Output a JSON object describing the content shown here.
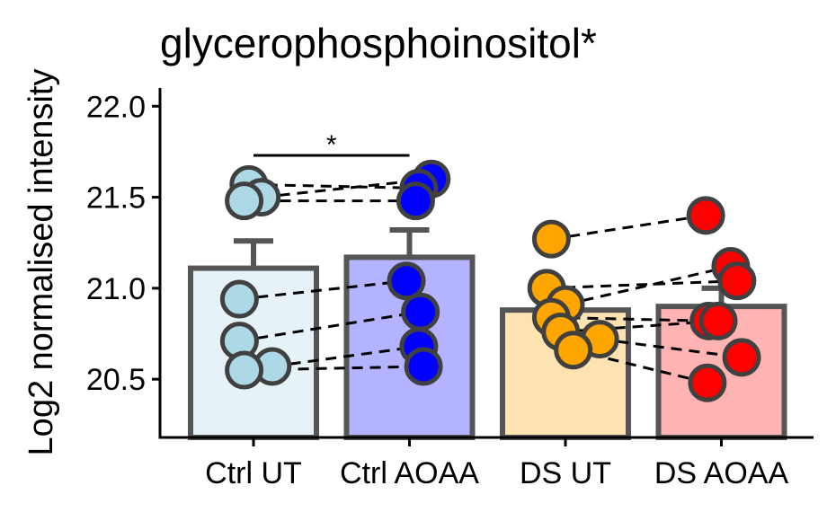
{
  "chart_data": {
    "type": "bar",
    "title": "glycerophosphoinositol*",
    "xlabel": "",
    "ylabel": "Log2 normalised intensity",
    "ylim": [
      20.18,
      22.1
    ],
    "yticks": [
      "20.5",
      "21.0",
      "21.5",
      "22.0"
    ],
    "ytick_values": [
      20.5,
      21.0,
      21.5,
      22.0
    ],
    "categories": [
      "Ctrl UT",
      "Ctrl AOAA",
      "DS UT",
      "DS AOAA"
    ],
    "bar_means": [
      21.11,
      21.17,
      20.88,
      20.9
    ],
    "error_upper": [
      21.26,
      21.32,
      20.88,
      21.0
    ],
    "bar_fill_colors": [
      "#e6f2f8",
      "#b3b3ff",
      "#fde2b2",
      "#ffb3b3"
    ],
    "point_colors": [
      "#add8e6",
      "#0000ff",
      "#ffa500",
      "#ff0000"
    ],
    "points": [
      [
        {
          "dx": -0.03,
          "y": 21.57
        },
        {
          "dx": 0.05,
          "y": 21.5
        },
        {
          "dx": -0.06,
          "y": 21.48
        },
        {
          "dx": -0.09,
          "y": 20.94
        },
        {
          "dx": -0.09,
          "y": 20.71
        },
        {
          "dx": 0.12,
          "y": 20.57
        },
        {
          "dx": -0.06,
          "y": 20.55
        }
      ],
      [
        {
          "dx": 0.14,
          "y": 21.6
        },
        {
          "dx": 0.06,
          "y": 21.55
        },
        {
          "dx": 0.04,
          "y": 21.48
        },
        {
          "dx": -0.02,
          "y": 21.04
        },
        {
          "dx": 0.07,
          "y": 20.87
        },
        {
          "dx": 0.06,
          "y": 20.68
        },
        {
          "dx": 0.09,
          "y": 20.57
        }
      ],
      [
        {
          "dx": -0.09,
          "y": 21.27
        },
        {
          "dx": -0.12,
          "y": 21.0
        },
        {
          "dx": 0.0,
          "y": 20.91
        },
        {
          "dx": -0.09,
          "y": 20.84
        },
        {
          "dx": -0.03,
          "y": 20.76
        },
        {
          "dx": 0.22,
          "y": 20.72
        },
        {
          "dx": 0.05,
          "y": 20.66
        }
      ],
      [
        {
          "dx": -0.1,
          "y": 21.4
        },
        {
          "dx": 0.06,
          "y": 21.12
        },
        {
          "dx": 0.1,
          "y": 21.04
        },
        {
          "dx": -0.08,
          "y": 20.82
        },
        {
          "dx": -0.02,
          "y": 20.82
        },
        {
          "dx": 0.13,
          "y": 20.62
        },
        {
          "dx": -0.09,
          "y": 20.48
        }
      ]
    ],
    "pairings": [
      {
        "from": [
          0,
          0
        ],
        "to": [
          1,
          1
        ]
      },
      {
        "from": [
          0,
          1
        ],
        "to": [
          1,
          0
        ]
      },
      {
        "from": [
          0,
          2
        ],
        "to": [
          1,
          2
        ]
      },
      {
        "from": [
          0,
          3
        ],
        "to": [
          1,
          3
        ]
      },
      {
        "from": [
          0,
          4
        ],
        "to": [
          1,
          4
        ]
      },
      {
        "from": [
          0,
          5
        ],
        "to": [
          1,
          5
        ]
      },
      {
        "from": [
          0,
          6
        ],
        "to": [
          1,
          6
        ]
      },
      {
        "from": [
          2,
          0
        ],
        "to": [
          3,
          0
        ]
      },
      {
        "from": [
          2,
          1
        ],
        "to": [
          3,
          2
        ]
      },
      {
        "from": [
          2,
          2
        ],
        "to": [
          3,
          1
        ]
      },
      {
        "from": [
          2,
          3
        ],
        "to": [
          3,
          3
        ]
      },
      {
        "from": [
          2,
          4
        ],
        "to": [
          3,
          4
        ]
      },
      {
        "from": [
          2,
          5
        ],
        "to": [
          3,
          5
        ]
      },
      {
        "from": [
          2,
          6
        ],
        "to": [
          3,
          6
        ]
      }
    ],
    "significance": [
      {
        "groups": [
          0,
          1
        ],
        "y": 21.73,
        "label": "*"
      }
    ],
    "grid": false,
    "legend": "none"
  }
}
